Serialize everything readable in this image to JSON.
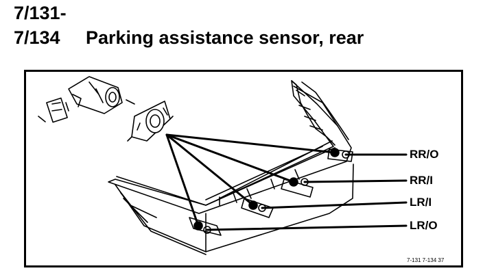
{
  "heading": {
    "code_line1": "7/131-",
    "code_line2": "7/134",
    "title": "Parking assistance sensor, rear"
  },
  "diagram": {
    "labels": {
      "rr_o": "RR/O",
      "rr_i": "RR/I",
      "lr_i": "LR/I",
      "lr_o": "LR/O"
    },
    "reference": "7-131 7-134 37"
  }
}
